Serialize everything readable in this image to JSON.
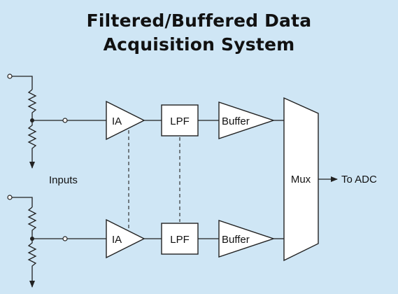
{
  "title": {
    "line1": "Filtered/Buffered Data",
    "line2": "Acquisition System"
  },
  "labels": {
    "inputs": "Inputs",
    "ia": "IA",
    "lpf": "LPF",
    "buffer": "Buffer",
    "mux": "Mux",
    "output": "To ADC"
  },
  "colors": {
    "background": "#cfe6f5",
    "block_fill": "#ffffff",
    "stroke": "#222222"
  }
}
